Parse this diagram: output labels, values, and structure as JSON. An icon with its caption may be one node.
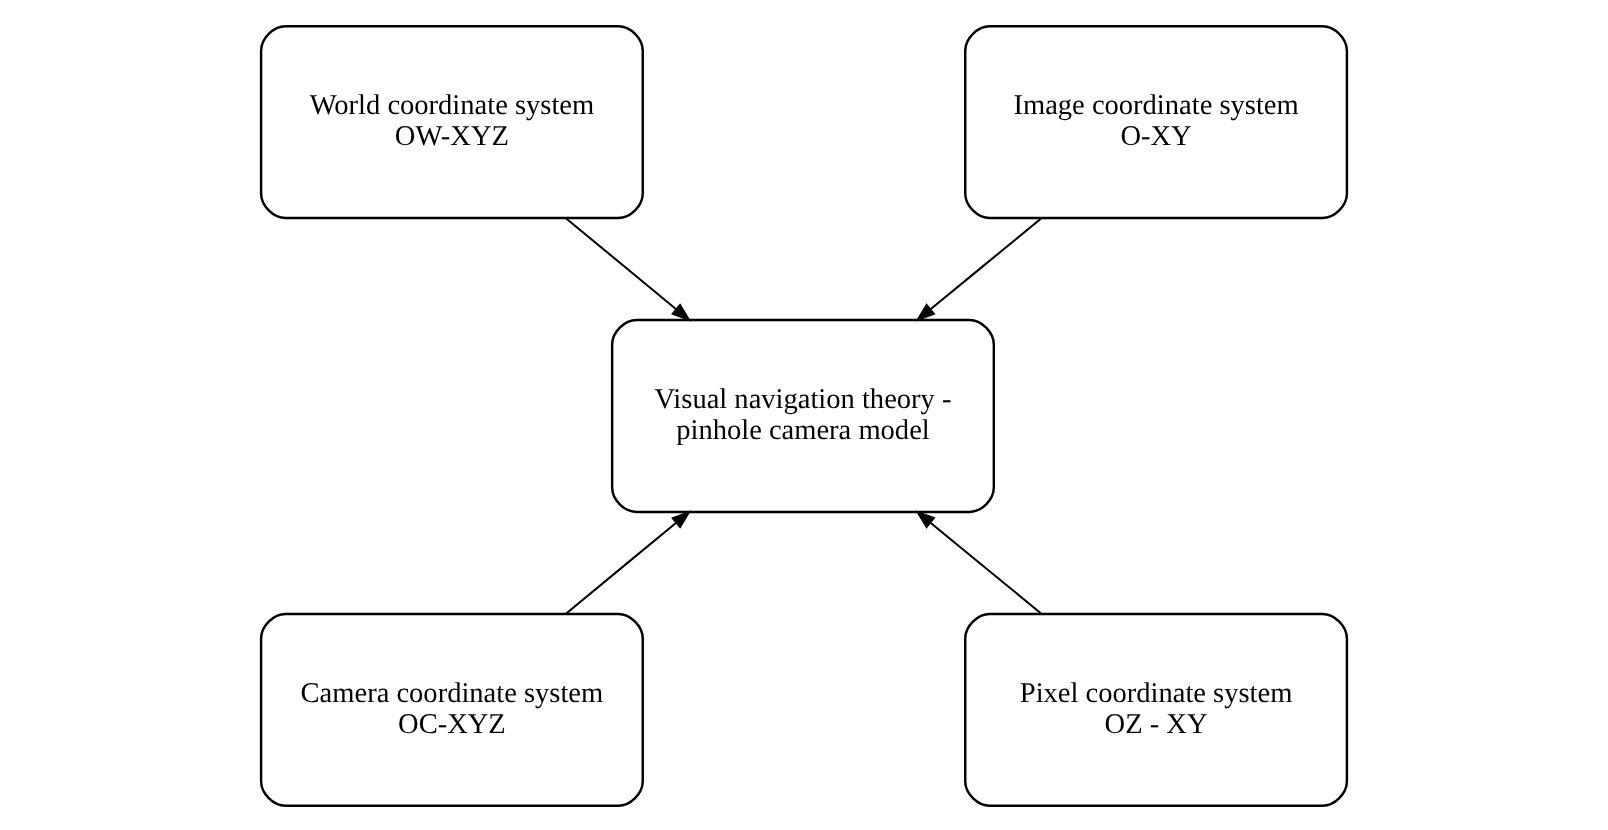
{
  "diagram": {
    "nodes": [
      {
        "text": [
          "World coordinate system",
          "OW-XYZ"
        ]
      },
      {
        "text": [
          "Image coordinate system",
          "O-XY"
        ]
      },
      {
        "text": [
          "Visual navigation theory - pinhole camera model"
        ]
      },
      {
        "text": [
          "Camera coordinate system",
          "OC-XYZ"
        ]
      },
      {
        "text": [
          "Pixel coordinate system",
          "OZ - XY"
        ]
      }
    ],
    "edges": [
      {
        "from": 0,
        "to": 2,
        "arrow": "to"
      },
      {
        "from": 1,
        "to": 2,
        "arrow": "to"
      },
      {
        "from": 3,
        "to": 2,
        "arrow": "to"
      },
      {
        "from": 4,
        "to": 2,
        "arrow": "to"
      }
    ]
  }
}
